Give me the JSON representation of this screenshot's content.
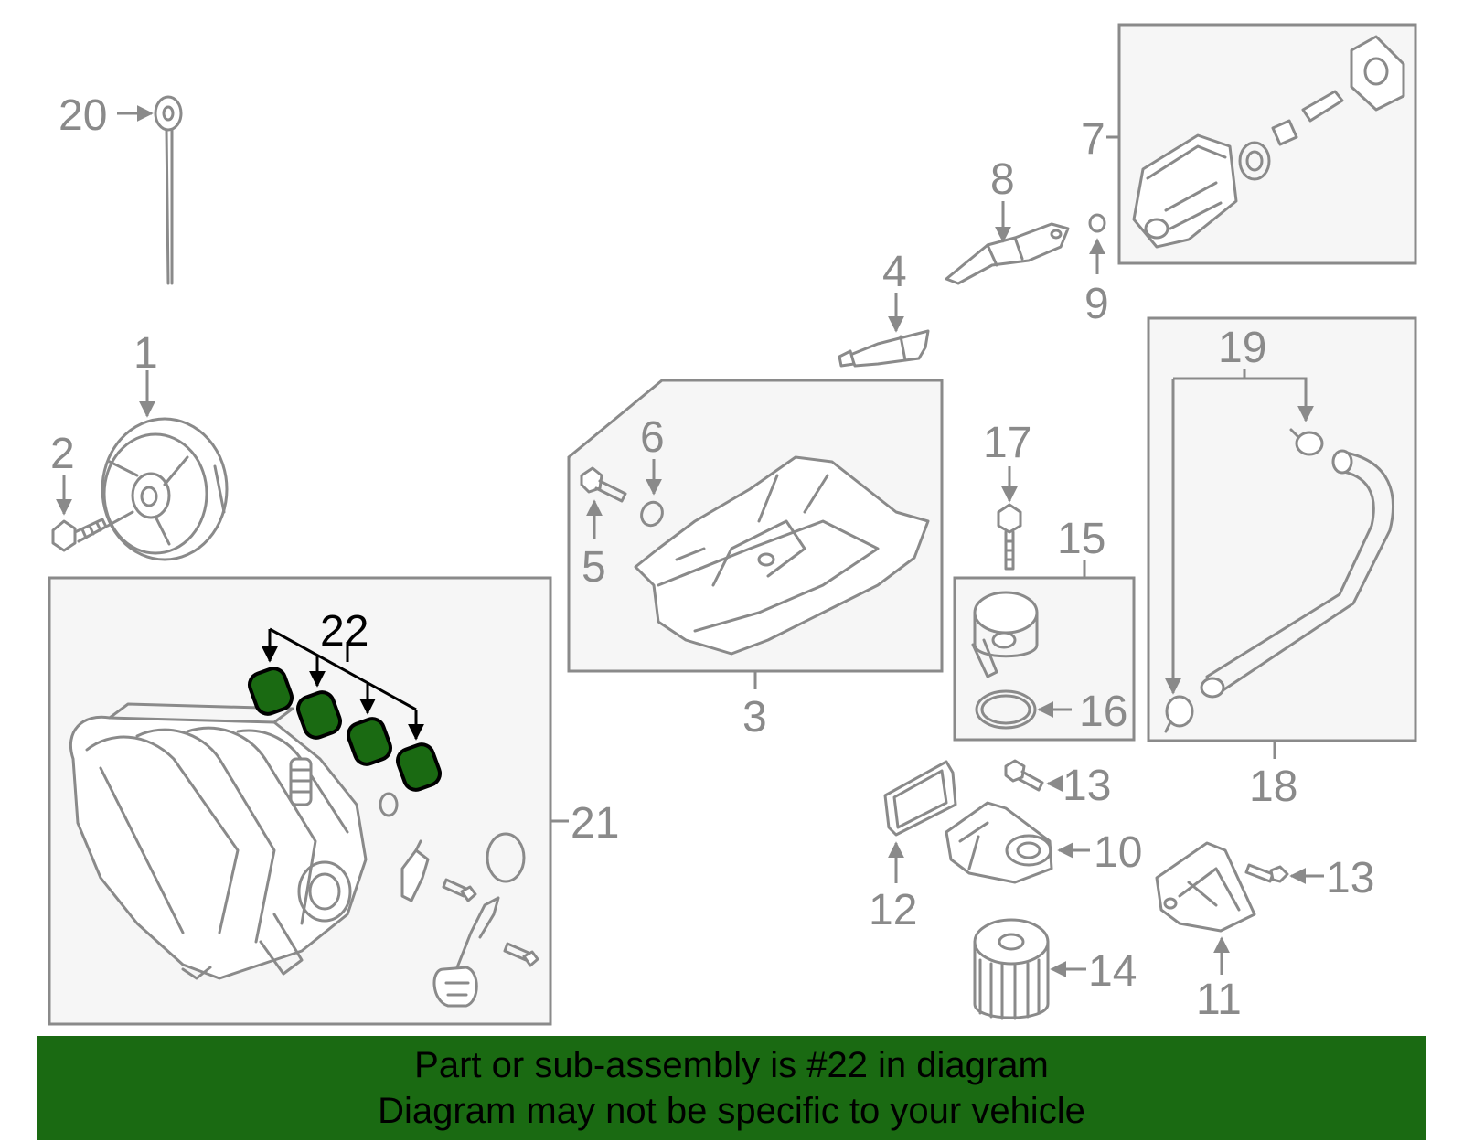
{
  "diagram": {
    "callouts": {
      "c1": "1",
      "c2": "2",
      "c3": "3",
      "c4": "4",
      "c5": "5",
      "c6": "6",
      "c7": "7",
      "c8": "8",
      "c9": "9",
      "c10": "10",
      "c11": "11",
      "c12": "12",
      "c13a": "13",
      "c13b": "13",
      "c14": "14",
      "c15": "15",
      "c16": "16",
      "c17": "17",
      "c18": "18",
      "c19": "19",
      "c20": "20",
      "c21": "21",
      "c22": "22"
    },
    "highlight_part": "22",
    "highlight_color": "#1a6a12",
    "line_color": "#8a8a8a"
  },
  "banner": {
    "line1": "Part or sub-assembly is #22 in diagram",
    "line2": "Diagram may not be specific to your vehicle",
    "background": "#1a6a12"
  }
}
